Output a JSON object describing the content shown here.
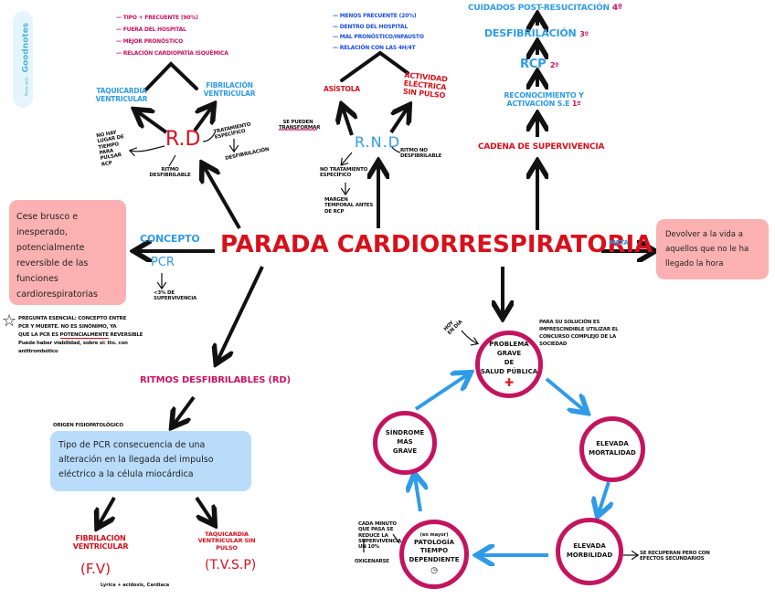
{
  "watermark": {
    "prefix": "Made with",
    "brand": "Goodnotes"
  },
  "title": "PARADA CARDIORRESPIRATORIA",
  "colors": {
    "red": "#d8101b",
    "blue": "#2f9be8",
    "magenta": "#cc1460",
    "circle": "#c3145f",
    "pink_box": "#fbb1b1",
    "blue_box": "#b9dcfb"
  },
  "concepto": {
    "label": "CONCEPTO",
    "pcr": "PCR",
    "pcr_note": "<3% DE SUPERVIVENCIA",
    "definition": "Cese brusco e inesperado, potencialmente reversible de las funciones cardiorespiratorias",
    "note": {
      "line1": "PREGUNTA ESENCIAL: CONCEPTO ENTRE",
      "line2": "PCR Y MUERTE. NO ES SINÓNIMO, YA",
      "line3_pre": "QUE LA PCR ES",
      "line3_underlined": "POTENCIALMENTE",
      "line3_post": "REVERSIBLE",
      "line4": "Puede haber viabilidad, sobre si: tto. con antitrombótico"
    }
  },
  "meta": {
    "label": "META",
    "definition": "Devolver a la vida a aquellos que no le ha llegado la hora"
  },
  "rd": {
    "label": "R.D",
    "bullets": [
      "Tipo + frecuente (90%)",
      "Fuera del hospital",
      "Mejor pronóstico",
      "Relación cardiopatía isquémica"
    ],
    "left_child": "Taquicardia ventricular",
    "right_child": "Fibrilación ventricular",
    "note_left": "No hay lugar de tiempo para pulsar RCP",
    "note_bottom": "Ritmo desfibrilable",
    "note_right": "Tratamiento específico",
    "note_right_sub": "Desfibrilación"
  },
  "transform_note": "SE PUEDEN TRANSFORMAR",
  "rnd": {
    "label": "R.N.D",
    "bullets": [
      "Menos frecuente (20%)",
      "Dentro del hospital",
      "Mal pronóstico/infausto",
      "Relación con las 4H/4T"
    ],
    "left_child": "Asístola",
    "right_child": "Actividad eléctrica sin pulso",
    "note_left": "No tratamiento específico",
    "note_left_sub": "Margen temporal antes de RCP",
    "note_right": "Ritmo no desfibrilable"
  },
  "cadena": {
    "label": "CADENA DE SUPERVIVENCIA",
    "steps": [
      {
        "label": "Reconocimiento y activación S.E",
        "order": "1º"
      },
      {
        "label": "RCP",
        "order": "2º"
      },
      {
        "label": "Desfibrilación",
        "order": "3º"
      },
      {
        "label": "Cuidados post-resucitación",
        "order": "4º"
      }
    ]
  },
  "ritmos": {
    "label": "RITMOS DESFIBRILABLES (RD)",
    "origin_label": "ORIGEN FISIOPATOLÓGICO",
    "definition": "Tipo de PCR consecuencia de una alteración en la llegada del impulso eléctrico a la célula miocárdica",
    "fv": {
      "label": "Fibrilación ventricular",
      "abbr": "(F.V)",
      "note": "Lyrica + acidosis, Cardiaca"
    },
    "tvsp": {
      "label": "Taquicardia ventricular sin pulso",
      "abbr": "(T.V.S.P)"
    }
  },
  "cycle": {
    "note_top": "Hoy en día",
    "note_right": "Para su solución es imprescindible utilizar el concurso complejo de la sociedad",
    "center": {
      "lines": [
        "Problema",
        "grave",
        "de",
        "salud pública"
      ],
      "icon": "red-cross-icon"
    },
    "right": {
      "lines": [
        "Elevada",
        "mortalidad"
      ]
    },
    "bottom_right": {
      "lines": [
        "Elevada",
        "morbilidad"
      ],
      "note": "Se recuperan pero con efectos secundarios"
    },
    "bottom_left": {
      "lines": [
        "(en mayor)",
        "Patología",
        "tiempo",
        "dependiente"
      ],
      "icon": "clock-icon",
      "note": "Cada minuto que pasa se reduce la supervivencia un 10%",
      "note_sub": "Oxigenarse"
    },
    "left": {
      "lines": [
        "Síndrome",
        "más",
        "grave"
      ]
    }
  }
}
